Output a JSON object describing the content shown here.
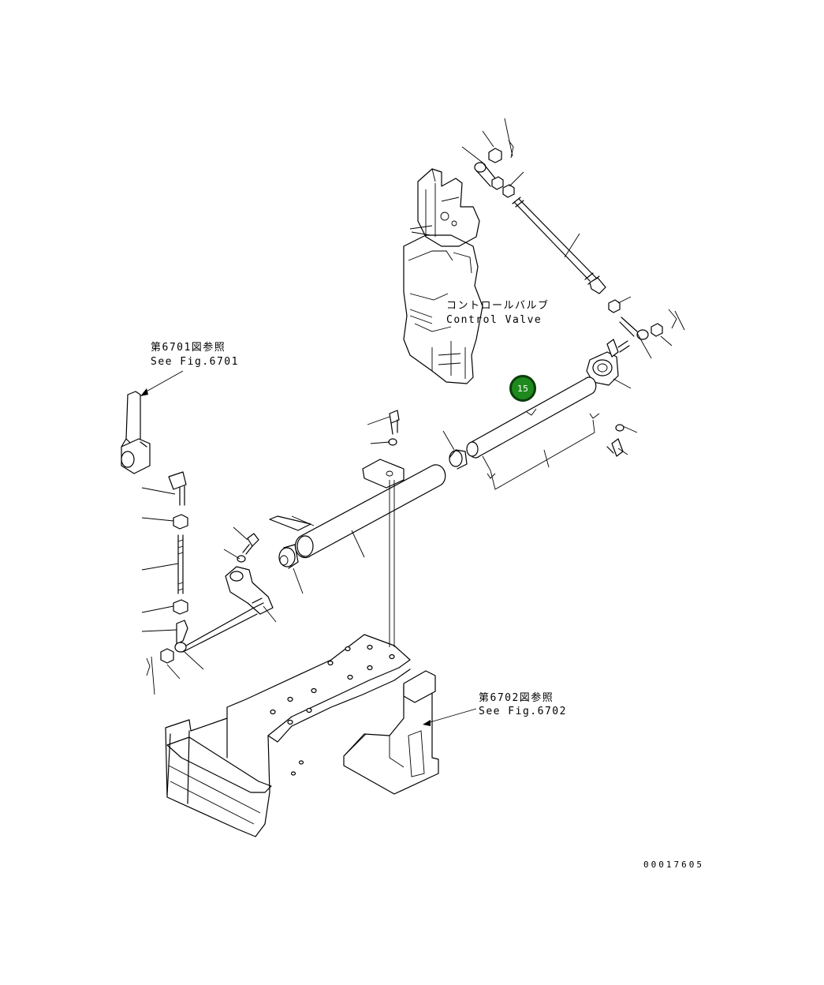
{
  "diagram": {
    "labels": {
      "control_valve_jp": "コントロールバルブ",
      "control_valve_en": "Control Valve",
      "ref_6701_jp": "第6701図参照",
      "ref_6701_en": "See Fig.6701",
      "ref_6702_jp": "第6702図参照",
      "ref_6702_en": "See Fig.6702",
      "drawing_number": "00017605"
    },
    "callout": {
      "number": "15",
      "color": "#1e8a1e",
      "border_color": "#0a3d0a"
    }
  }
}
